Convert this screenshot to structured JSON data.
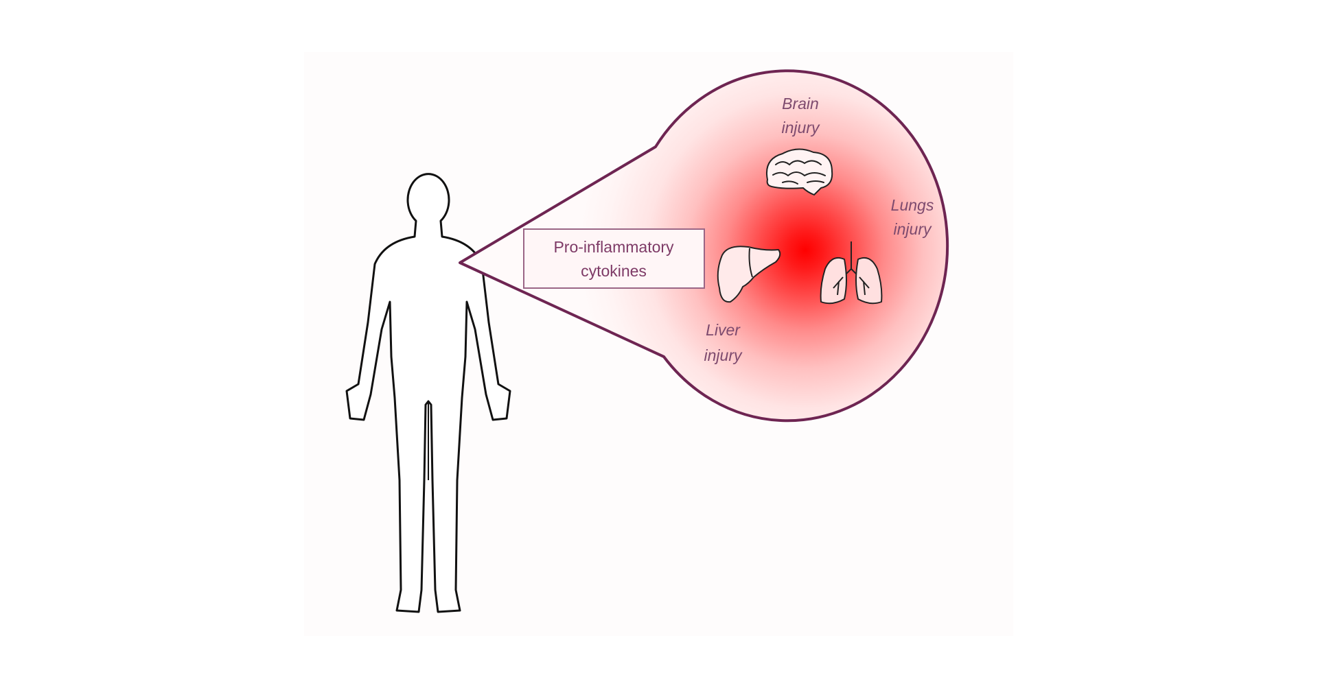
{
  "diagram": {
    "box_label": [
      "Pro-inflammatory",
      "cytokines"
    ],
    "labels": {
      "brain": [
        "Brain",
        "injury"
      ],
      "lungs": [
        "Lungs",
        "injury"
      ],
      "liver": [
        "Liver",
        "injury"
      ]
    },
    "icons": [
      "human-body-outline-icon",
      "brain-icon",
      "liver-icon",
      "lungs-icon"
    ],
    "colors": {
      "outline": "#6e2552",
      "text": "#7d4a6e",
      "inflammation": "#ff0000"
    }
  }
}
